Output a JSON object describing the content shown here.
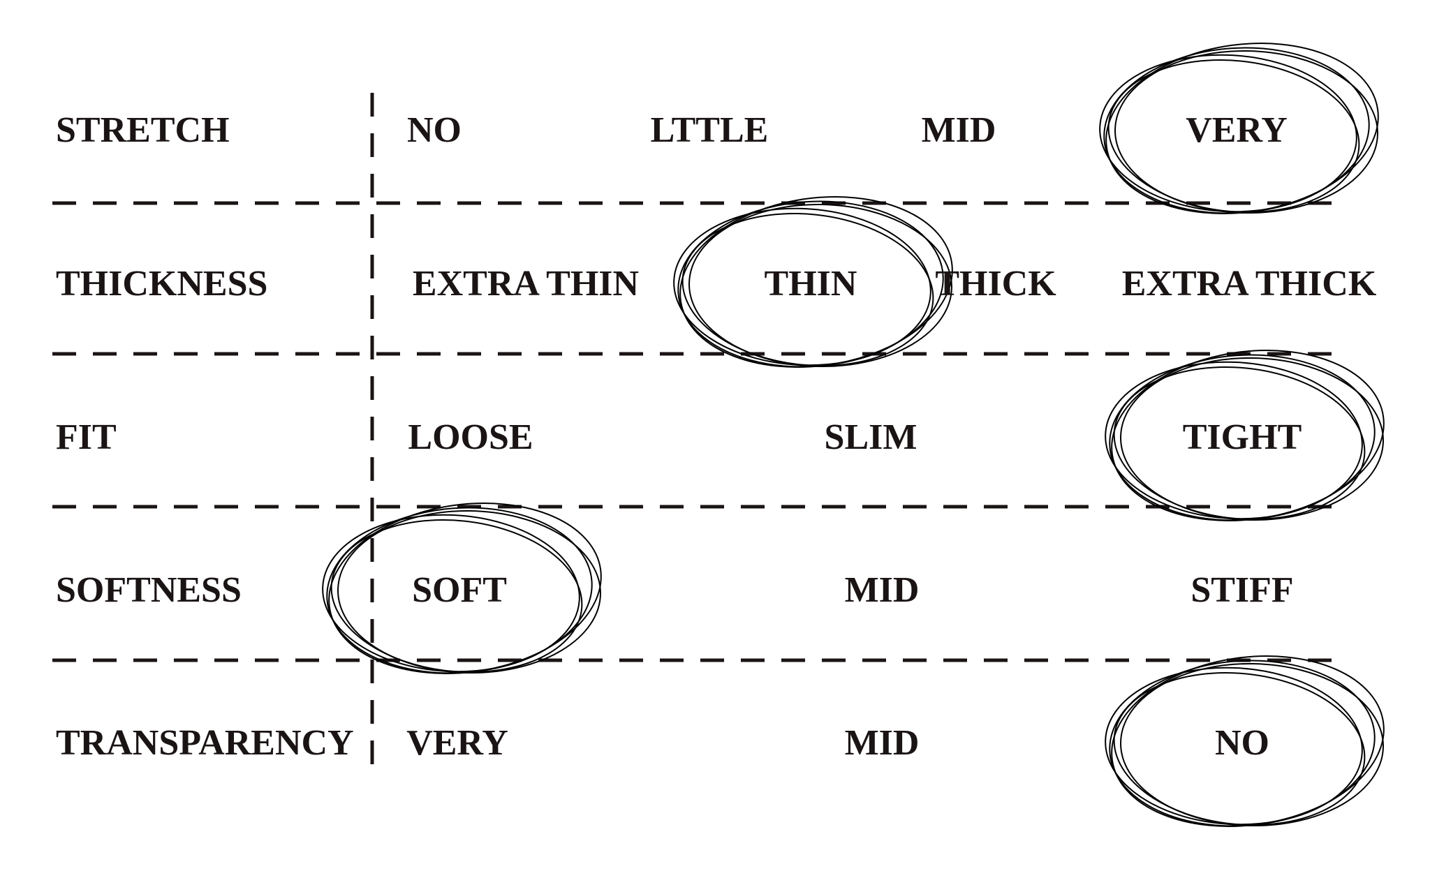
{
  "rows": [
    {
      "label": "STRETCH",
      "options": [
        "NO",
        "LTTLE",
        "MID",
        "VERY"
      ],
      "selected": "VERY"
    },
    {
      "label": "THICKNESS",
      "options": [
        "EXTRA THIN",
        "THIN",
        "THICK",
        "EXTRA THICK"
      ],
      "selected": "THIN"
    },
    {
      "label": "FIT",
      "options": [
        "LOOSE",
        "SLIM",
        "TIGHT"
      ],
      "selected": "TIGHT"
    },
    {
      "label": "SOFTNESS",
      "options": [
        "SOFT",
        "MID",
        "STIFF"
      ],
      "selected": "SOFT"
    },
    {
      "label": "TRANSPARENCY",
      "options": [
        "VERY",
        "MID",
        "NO"
      ],
      "selected": "NO"
    }
  ],
  "colors": {
    "text": "#1b1414",
    "lines": "#1b1414",
    "marker": "#000000"
  }
}
